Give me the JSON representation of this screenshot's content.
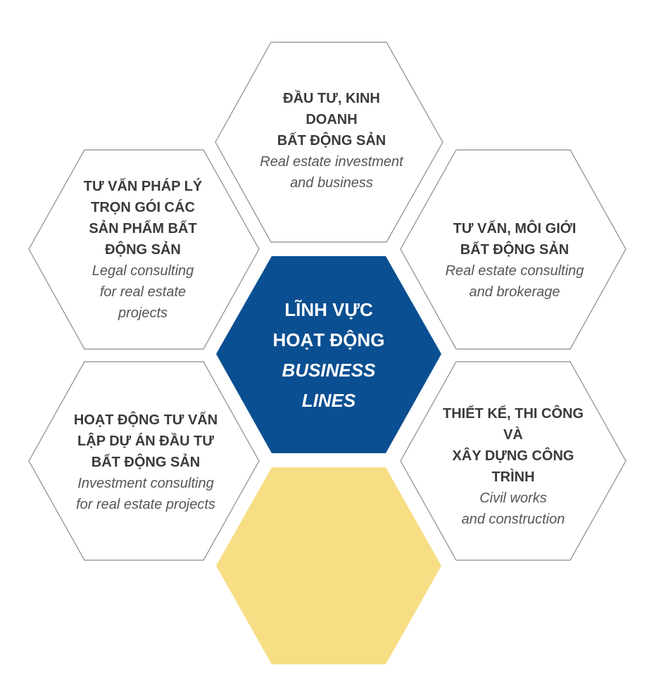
{
  "colors": {
    "center_hex": "#0a4f91",
    "accent_hex": "#f7de85",
    "outline": "#8a8a8a",
    "text_dark": "#3a3a3a",
    "text_italic": "#555555"
  },
  "center": {
    "title_vi": "LĨNH VỰC\nHOẠT ĐỘNG",
    "title_en": "BUSINESS\nLINES"
  },
  "sectors": [
    {
      "vi": "ĐẦU TƯ, KINH\nDOANH\nBẤT ĐỘNG SẢN",
      "en": "Real estate investment\nand business"
    },
    {
      "vi": "TƯ VẤN, MÔI GIỚI\nBẤT ĐỘNG SẢN",
      "en": "Real estate consulting\nand brokerage"
    },
    {
      "vi": "THIẾT KẾ, THI CÔNG VÀ\nXÂY DỰNG CÔNG TRÌNH",
      "en": "Civil works\nand construction"
    },
    {
      "vi": "HOẠT ĐỘNG TƯ VẤN\nLẬP DỰ ÁN ĐẦU TƯ\nBẤT ĐỘNG SẢN",
      "en": "Investment consulting\nfor real estate projects"
    },
    {
      "vi": "TƯ VẤN PHÁP LÝ\nTRỌN GÓI CÁC\nSẢN PHẨM BẤT\nĐỘNG SẢN",
      "en": "Legal consulting\nfor real estate\nprojects"
    }
  ]
}
